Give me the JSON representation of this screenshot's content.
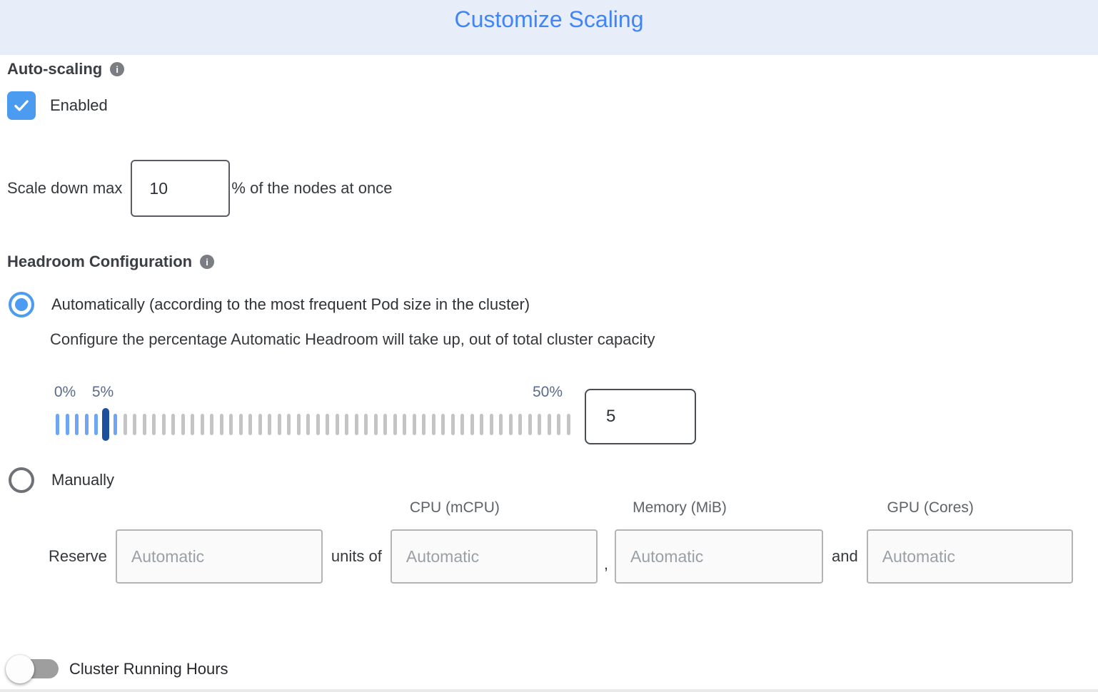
{
  "colors": {
    "header-bg": "#E7EEFA",
    "title-blue": "#4285F4",
    "accent-blue": "#4B9BF0",
    "radio-blue": "#4D9CF2",
    "handle-blue": "#1D4F9C",
    "tick-blue": "#6FA6F3",
    "tick-gray": "#C4C4C4",
    "slider-label": "#5B6B8C",
    "text-dark": "#3C4043",
    "muted-gray": "#5F6368",
    "placeholder-gray": "#9AA0A6",
    "toggle-track": "#9E9E9E"
  },
  "header": {
    "title": "Customize Scaling"
  },
  "auto_scaling": {
    "section_label": "Auto-scaling",
    "checkbox_label": "Enabled",
    "checked": true
  },
  "scale_down": {
    "label": "Scale down max",
    "value": "10",
    "suffix": "% of the nodes at once"
  },
  "headroom": {
    "section_label": "Headroom Configuration",
    "automatic": {
      "label": "Automatically (according to the most frequent Pod size in the cluster)",
      "selected": true,
      "description": "Configure the percentage Automatic Headroom will take up, out of total cluster capacity"
    },
    "slider": {
      "min_label": "0%",
      "value_label": "5%",
      "max_label": "50%",
      "value": "5",
      "total_ticks": 54,
      "active_ticks": 7,
      "handle_index": 5
    },
    "manual": {
      "label": "Manually",
      "selected": false,
      "reserve_label": "Reserve",
      "units_of_label": "units of",
      "comma": ",",
      "and_label": "and",
      "placeholder": "Automatic",
      "columns": [
        "CPU (mCPU)",
        "Memory (MiB)",
        "GPU (Cores)"
      ]
    }
  },
  "cluster_running_hours": {
    "label": "Cluster Running Hours",
    "enabled": false
  }
}
